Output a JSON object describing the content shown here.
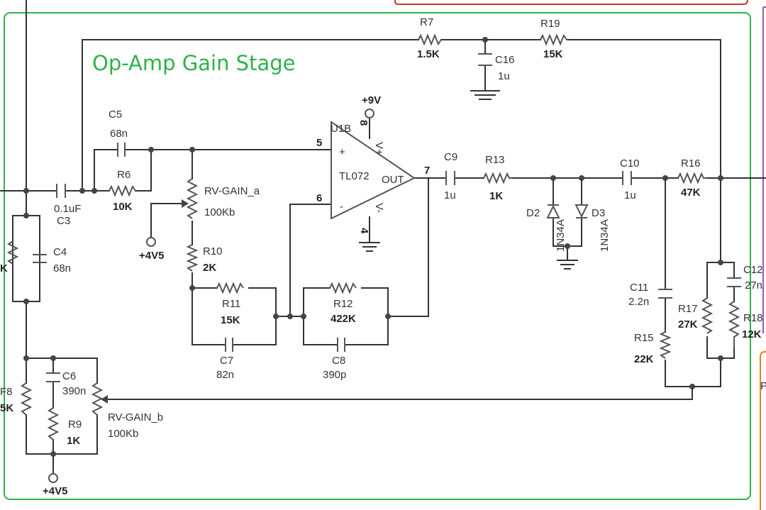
{
  "title": "Op-Amp Gain Stage",
  "colors": {
    "frame": "#2eb24b",
    "wire": "#333333",
    "top_box": "#c0392b",
    "right_box_top": "#9b59b6",
    "right_box_bottom": "#e67e22"
  },
  "opamp": {
    "ref": "U1B",
    "part": "TL072",
    "out_label": "OUT",
    "plus": "+",
    "minus": "-",
    "pin_in_plus": "5",
    "pin_in_minus": "6",
    "pin_out": "7",
    "pin_vcc": "8",
    "pin_gnd": "4",
    "v_plus": "V+",
    "v_minus": "V-"
  },
  "supply": {
    "vcc": "+9V",
    "bias_a": "+4V5",
    "bias_b": "+4V5"
  },
  "components": {
    "R7": {
      "ref": "R7",
      "value": "1.5K"
    },
    "R19": {
      "ref": "R19",
      "value": "15K"
    },
    "C16": {
      "ref": "C16",
      "value": "1u"
    },
    "C5": {
      "ref": "C5",
      "value": "68n"
    },
    "R6": {
      "ref": "R6",
      "value": "10K"
    },
    "C3": {
      "ref": "C3",
      "value": "0.1uF"
    },
    "C4": {
      "ref": "C4",
      "value": "68n"
    },
    "RVa": {
      "ref": "RV-GAIN_a",
      "value": "100Kb"
    },
    "R10": {
      "ref": "R10",
      "value": "2K"
    },
    "R11": {
      "ref": "R11",
      "value": "15K"
    },
    "C7": {
      "ref": "C7",
      "value": "82n"
    },
    "R12": {
      "ref": "R12",
      "value": "422K"
    },
    "C8": {
      "ref": "C8",
      "value": "390p"
    },
    "C9": {
      "ref": "C9",
      "value": "1u"
    },
    "R13": {
      "ref": "R13",
      "value": "1K"
    },
    "D2": {
      "ref": "D2",
      "value": "1N34A"
    },
    "D3": {
      "ref": "D3",
      "value": "1N34A"
    },
    "C10": {
      "ref": "C10",
      "value": "1u"
    },
    "R16": {
      "ref": "R16",
      "value": "47K"
    },
    "C11": {
      "ref": "C11",
      "value": "2.2n"
    },
    "R15": {
      "ref": "R15",
      "value": "22K"
    },
    "R17": {
      "ref": "R17",
      "value": "27K"
    },
    "C12": {
      "ref": "C12",
      "value": "27n"
    },
    "R18": {
      "ref": "R18",
      "value": "12K"
    },
    "C6": {
      "ref": "C6",
      "value": "390n"
    },
    "R9": {
      "ref": "R9",
      "value": "1K"
    },
    "RVb": {
      "ref": "RV-GAIN_b",
      "value": "100Kb"
    },
    "R8": {
      "ref": "F8",
      "value": "5K"
    },
    "RX": {
      "value": "K"
    }
  },
  "edge_text": {
    "right_box_letter": "P"
  }
}
